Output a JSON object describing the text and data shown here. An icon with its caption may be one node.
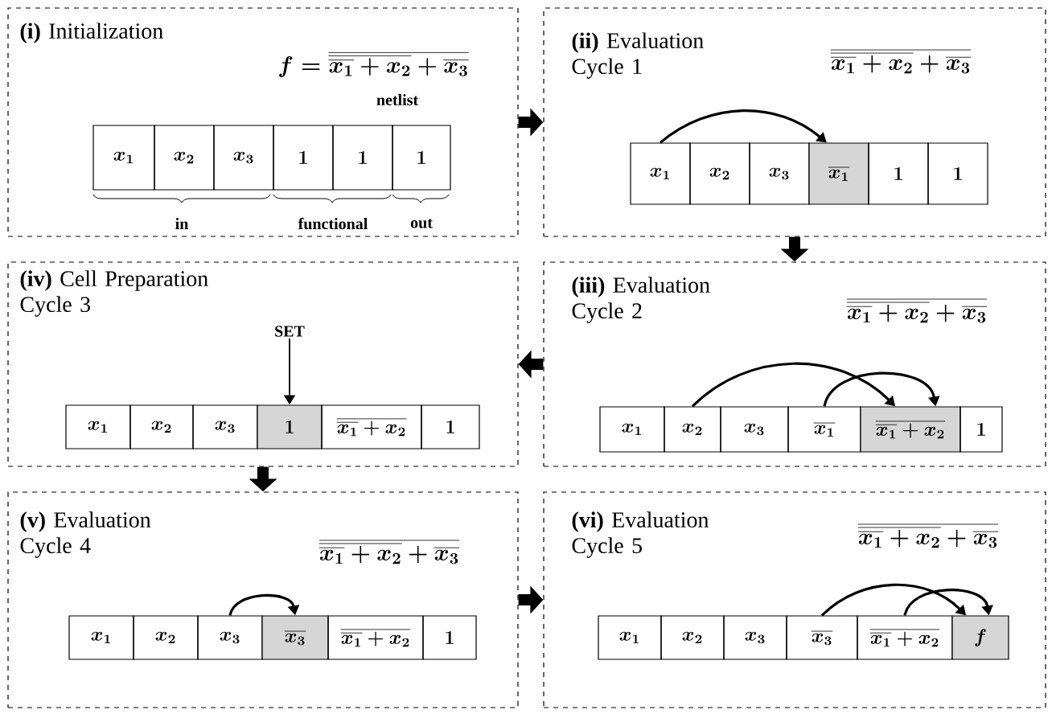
{
  "diagram": {
    "nodes": [
      {
        "text": [
          "**(i)** Initialization",
          "f=\\overline{\\overline{\\overline{x_1}+x_2}+\\overline{x_3}}"
        ]
      },
      {
        "text": [
          "x_1"
        ],
        "in": 0
      },
      {
        "text": [
          "x_2"
        ],
        "in": 0
      },
      {
        "text": [
          "x_3"
        ],
        "in": 0
      },
      {
        "text": [
          "1"
        ],
        "in": 0
      },
      {
        "text": [
          "1"
        ],
        "in": 0
      },
      {
        "text": [
          "1"
        ],
        "in": 0
      },
      {
        "text": [
          "**(ii)** Evaluation Cycle 1",
          "\\overline{\\overline{\\overline{x_1}+x_2}+\\overline{x_3}}"
        ]
      },
      {
        "text": [
          "x_1"
        ],
        "in": 7
      },
      {
        "text": [
          "x_2"
        ],
        "in": 7
      },
      {
        "text": [
          "x_3"
        ],
        "in": 7
      },
      {
        "text": [
          "\\overline{x_1}"
        ],
        "in": 7
      },
      {
        "text": [
          "1"
        ],
        "in": 7
      },
      {
        "text": [
          "1"
        ],
        "in": 7
      },
      {
        "text": [
          "**(iv)** Cell Preparation Cycle 3"
        ]
      },
      {
        "text": [
          "SET"
        ],
        "in": 14
      },
      {
        "text": [
          "x_1"
        ],
        "in": 14
      },
      {
        "text": [
          "x_2"
        ],
        "in": 14
      },
      {
        "text": [
          "x_3"
        ],
        "in": 14
      },
      {
        "text": [
          "1"
        ],
        "in": 14
      },
      {
        "text": [
          "\\overline{\\overline{x_1}+x_2}"
        ],
        "in": 14
      },
      {
        "text": [
          "1"
        ],
        "in": 14
      },
      {
        "text": [
          "**(iii)** Evaluation Cycle 2",
          "\\overline{\\overline{\\overline{x_1}+x_2}+\\overline{x_3}}"
        ]
      },
      {
        "text": [
          "x_1"
        ],
        "in": 22
      },
      {
        "text": [
          "x_2"
        ],
        "in": 22
      },
      {
        "text": [
          "x_3"
        ],
        "in": 22
      },
      {
        "text": [
          "\\overline{x_1}"
        ],
        "in": 22
      },
      {
        "text": [
          "\\overline{\\overline{x_1}+x_2}"
        ],
        "in": 22
      },
      {
        "text": [
          "1"
        ],
        "in": 22
      },
      {
        "text": [
          "**(v)** Evaluation Cycle 4",
          "\\overline{\\overline{\\overline{x_1}+x_2}+\\overline{x_3}}"
        ]
      },
      {
        "text": [
          "x_1"
        ],
        "in": 29
      },
      {
        "text": [
          "x_2"
        ],
        "in": 29
      },
      {
        "text": [
          "x_3"
        ],
        "in": 29
      },
      {
        "text": [
          "\\overline{x_3}"
        ],
        "in": 29
      },
      {
        "text": [
          "\\overline{\\overline{x_1}+x_2}"
        ],
        "in": 29
      },
      {
        "text": [
          "1"
        ],
        "in": 29
      },
      {
        "text": [
          "**(vi)** Evaluation Cycle 5",
          "\\overline{\\overline{\\overline{x_1}+x_2}+\\overline{x_3}}"
        ]
      },
      {
        "text": [
          "x_1"
        ],
        "in": 36
      },
      {
        "text": [
          "x_2"
        ],
        "in": 36
      },
      {
        "text": [
          "x_3"
        ],
        "in": 36
      },
      {
        "text": [
          "\\overline{x_3}"
        ],
        "in": 36
      },
      {
        "text": [
          "\\overline{\\overline{x_1}+x_2}"
        ],
        "in": 36
      },
      {
        "text": [
          "f"
        ],
        "in": 36
      }
    ],
    "edges": [
      {
        "from": 0,
        "to": 7,
        "arrow": "to",
        "style": "thick"
      },
      {
        "from": 7,
        "to": 22,
        "arrow": "to",
        "style": "thick"
      },
      {
        "from": 22,
        "to": 14,
        "arrow": "to",
        "style": "thick"
      },
      {
        "from": 14,
        "to": 29,
        "arrow": "to",
        "style": "thick"
      },
      {
        "from": 29,
        "to": 36,
        "arrow": "to",
        "style": "thick"
      },
      {
        "from": 8,
        "to": 11,
        "arrow": "to"
      },
      {
        "from": 24,
        "to": 27,
        "arrow": "to"
      },
      {
        "from": 26,
        "to": 27,
        "arrow": "to"
      },
      {
        "from": 15,
        "to": 19,
        "arrow": "to"
      },
      {
        "from": 32,
        "to": 33,
        "arrow": "to"
      },
      {
        "from": 40,
        "to": 42,
        "arrow": "to"
      },
      {
        "from": 41,
        "to": 42,
        "arrow": "to"
      }
    ],
    "labels": [
      "netlist",
      "in",
      "functional",
      "out"
    ]
  }
}
